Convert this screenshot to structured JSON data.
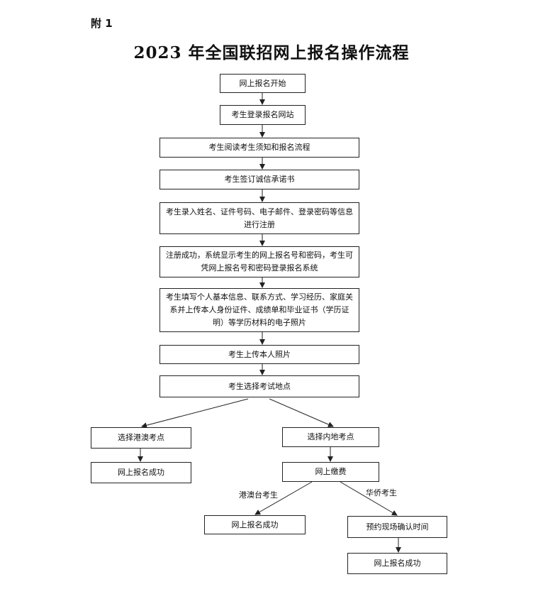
{
  "appendix": "附 1",
  "title": "2023 年全国联招网上报名操作流程",
  "steps": {
    "s1": "网上报名开始",
    "s2": "考生登录报名网站",
    "s3": "考生阅读考生须知和报名流程",
    "s4": "考生签订诚信承诺书",
    "s5": "考生录入姓名、证件号码、电子邮件、登录密码等信息进行注册",
    "s6": "注册成功，系统显示考生的网上报名号和密码，考生可凭网上报名号和密码登录报名系统",
    "s7": "考生填写个人基本信息、联系方式、学习经历、家庭关系并上传本人身份证件、成绩单和毕业证书（学历证明）等学历材料的电子照片",
    "s8": "考生上传本人照片",
    "s9": "考生选择考试地点",
    "hkmo_site": "选择港澳考点",
    "hkmo_success": "网上报名成功",
    "mainland_site": "选择内地考点",
    "payment": "网上缴费",
    "hkmt_success": "网上报名成功",
    "appointment": "预约现场确认时间",
    "final_success": "网上报名成功"
  },
  "branch_labels": {
    "hkmt": "港澳台考生",
    "overseas": "华侨考生"
  }
}
